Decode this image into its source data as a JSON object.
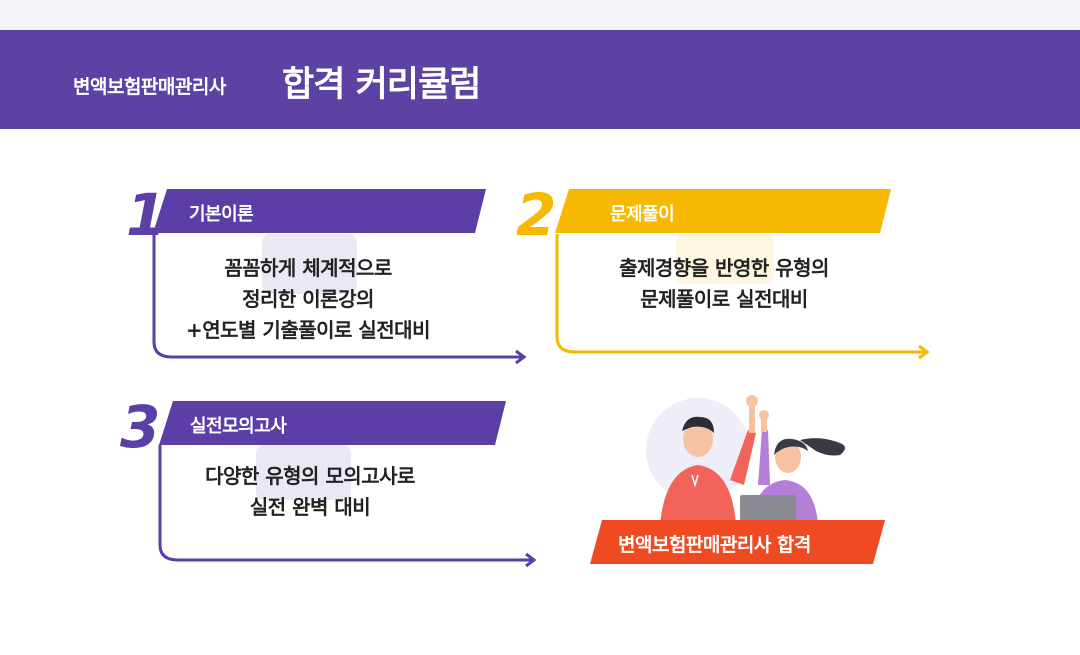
{
  "header": {
    "subtitle": "변액보험판매관리사",
    "title": "합격 커리큘럼"
  },
  "steps": [
    {
      "num": "1",
      "title": "기본이론",
      "color": "#5b3ea6",
      "lines": [
        "꼼꼼하게 체계적으로",
        "정리한 이론강의",
        "+연도별 기출풀이로 실전대비"
      ]
    },
    {
      "num": "2",
      "title": "문제풀이",
      "color": "#f6b800",
      "lines": [
        "출제경향을 반영한 유형의",
        "문제풀이로 실전대비"
      ]
    },
    {
      "num": "3",
      "title": "실전모의고사",
      "color": "#5b3ea6",
      "lines": [
        "다양한 유형의 모의고사로",
        "실전 완벽 대비"
      ]
    }
  ],
  "badge": {
    "text": "변액보험판매관리사 합격",
    "color": "#f04a23"
  },
  "colors": {
    "header": "#5c43a3",
    "purple": "#5b3ea6",
    "yellow": "#f6b800",
    "red": "#f04a23"
  },
  "icons": {
    "illustration": "celebrating-people-illustration"
  }
}
